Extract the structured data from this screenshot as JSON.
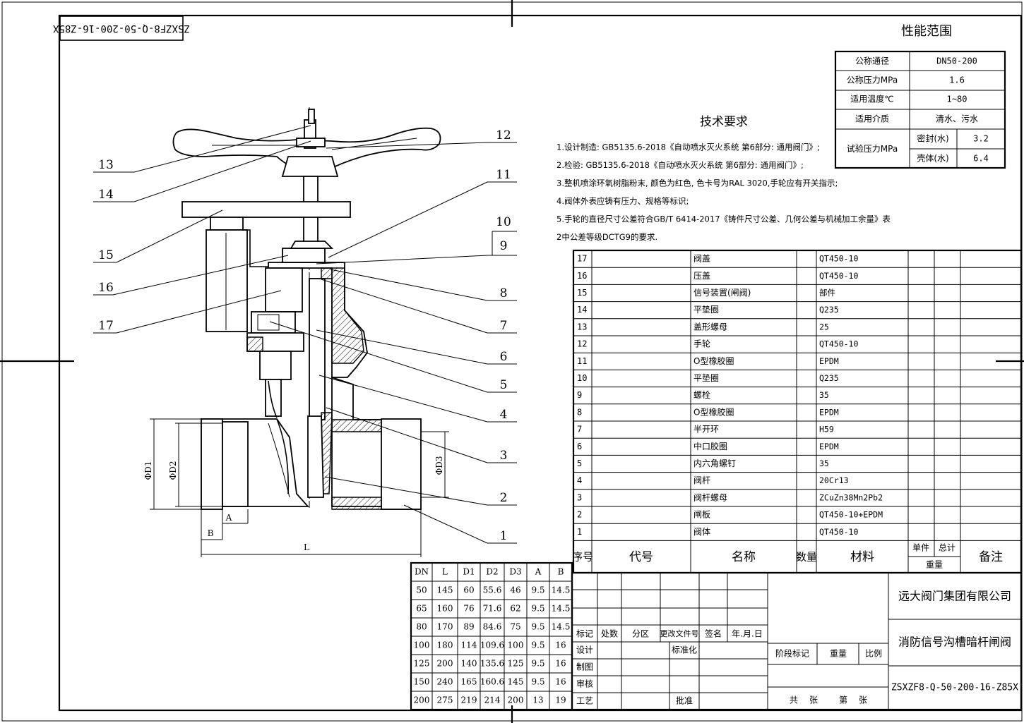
{
  "drawing_code_rotated": "ZSXZF8-Q-50-200-16-Z85X",
  "performance": {
    "title": "性能范围",
    "rows": [
      {
        "label": "公称通径",
        "value": "DN50-200"
      },
      {
        "label": "公称压力MPa",
        "value": "1.6"
      },
      {
        "label": "适用温度℃",
        "value": "1~80"
      },
      {
        "label": "适用介质",
        "value": "清水、污水"
      }
    ],
    "test_label": "试验压力MPa",
    "test_rows": [
      {
        "label": "密封(水)",
        "value": "3.2"
      },
      {
        "label": "壳体(水)",
        "value": "6.4"
      }
    ]
  },
  "tech": {
    "title": "技术要求",
    "lines": [
      "1.设计制造: GB5135.6-2018《自动喷水灭火系统 第6部分: 通用阀门》;",
      "2.检验: GB5135.6-2018《自动喷水灭火系统 第6部分: 通用阀门》;",
      "3.整机喷涂环氧树脂粉末, 颜色为红色, 色卡号为RAL 3020,手轮应有开关指示;",
      "4.阀体外表应铸有压力、规格等标识;",
      "5.手轮的直径尺寸公差符合GB/T 6414-2017《铸件尺寸公差、几何公差与机械加工余量》表",
      "2中公差等级DCTG9的要求."
    ]
  },
  "bom": {
    "rows": [
      {
        "no": "17",
        "name": "阀盖",
        "material": "QT450-10"
      },
      {
        "no": "16",
        "name": "压盖",
        "material": "QT450-10"
      },
      {
        "no": "15",
        "name": "信号装置(闸阀)",
        "material": "部件"
      },
      {
        "no": "14",
        "name": "平垫圈",
        "material": "Q235"
      },
      {
        "no": "13",
        "name": "盖形螺母",
        "material": "25"
      },
      {
        "no": "12",
        "name": "手轮",
        "material": "QT450-10"
      },
      {
        "no": "11",
        "name": "O型橡胶圈",
        "material": "EPDM"
      },
      {
        "no": "10",
        "name": "平垫圈",
        "material": "Q235"
      },
      {
        "no": "9",
        "name": "螺栓",
        "material": "35"
      },
      {
        "no": "8",
        "name": "O型橡胶圈",
        "material": "EPDM"
      },
      {
        "no": "7",
        "name": "半开环",
        "material": "H59"
      },
      {
        "no": "6",
        "name": "中口胶圈",
        "material": "EPDM"
      },
      {
        "no": "5",
        "name": "内六角螺钉",
        "material": "35"
      },
      {
        "no": "4",
        "name": "阀杆",
        "material": "20Cr13"
      },
      {
        "no": "3",
        "name": "阀杆螺母",
        "material": "ZCuZn38Mn2Pb2"
      },
      {
        "no": "2",
        "name": "闸板",
        "material": "QT450-10+EPDM"
      },
      {
        "no": "1",
        "name": "阀体",
        "material": "QT450-10"
      }
    ],
    "header": {
      "no": "序号",
      "code": "代号",
      "name": "名称",
      "qty": "数量",
      "material": "材料",
      "unit": "单件",
      "total": "总计",
      "weight": "重量",
      "remark": "备注"
    }
  },
  "dims": {
    "header": [
      "DN",
      "L",
      "D1",
      "D2",
      "D3",
      "A",
      "B"
    ],
    "rows": [
      [
        "50",
        "145",
        "60",
        "55.6",
        "46",
        "9.5",
        "14.5"
      ],
      [
        "65",
        "160",
        "76",
        "71.6",
        "62",
        "9.5",
        "14.5"
      ],
      [
        "80",
        "170",
        "89",
        "84.6",
        "75",
        "9.5",
        "14.5"
      ],
      [
        "100",
        "180",
        "114",
        "109.6",
        "100",
        "9.5",
        "16"
      ],
      [
        "125",
        "200",
        "140",
        "135.6",
        "125",
        "9.5",
        "16"
      ],
      [
        "150",
        "240",
        "165",
        "160.6",
        "145",
        "9.5",
        "16"
      ],
      [
        "200",
        "275",
        "219",
        "214",
        "200",
        "13",
        "19"
      ]
    ]
  },
  "title_block": {
    "company": "远大阀门集团有限公司",
    "product": "消防信号沟槽暗杆闸阀",
    "code": "ZSXZF8-Q-50-200-16-Z85X",
    "mark": "标记",
    "count": "处数",
    "zone": "分区",
    "doc": "更改文件号",
    "sign": "签名",
    "date": "年.月.日",
    "design": "设计",
    "drawing": "制图",
    "review": "审核",
    "process": "工艺",
    "standard": "标准化",
    "approve": "批准",
    "stage": "阶段标记",
    "weight": "重量",
    "scale": "比例",
    "total_sheets": "共",
    "sheets": "张",
    "sheet_no": "第",
    "sheet_unit": "张"
  },
  "callouts": [
    "1",
    "2",
    "3",
    "4",
    "5",
    "6",
    "7",
    "8",
    "9",
    "10",
    "11",
    "12",
    "13",
    "14",
    "15",
    "16",
    "17"
  ],
  "dim_labels": {
    "d1": "ΦD1",
    "d2": "ΦD2",
    "d3": "ΦD3",
    "a": "A",
    "b": "B",
    "l": "L"
  }
}
